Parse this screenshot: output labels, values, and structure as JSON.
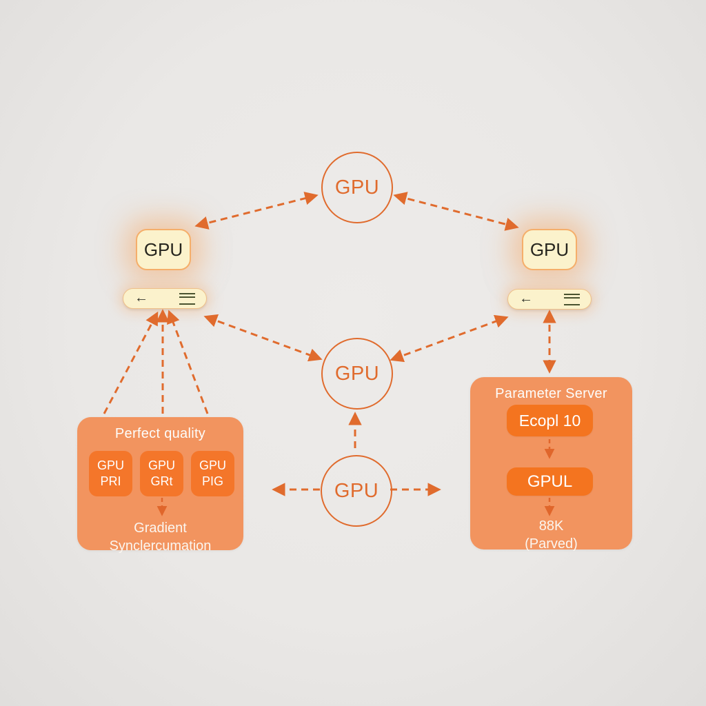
{
  "colors": {
    "background": "#EBE9E7",
    "accent_orange": "#E06B2D",
    "panel_orange": "#F2945F",
    "inner_box_orange": "#F4762A",
    "cream": "#FBF2CC"
  },
  "nodes": {
    "top_circle_label": "GPU",
    "middle_circle_label": "GPU",
    "bottom_circle_label": "GPU",
    "left_box_label": "GPU",
    "right_box_label": "GPU"
  },
  "icons": {
    "back": "←",
    "menu": "hamburger-menu"
  },
  "left_panel": {
    "title": "Perfect quality",
    "gpu_cells": [
      {
        "line1": "GPU",
        "line2": "PRI"
      },
      {
        "line1": "GPU",
        "line2": "GRt"
      },
      {
        "line1": "GPU",
        "line2": "PIG"
      }
    ],
    "footer_line1": "Gradient",
    "footer_line2": "Synclercumation"
  },
  "right_panel": {
    "title": "Parameter Server",
    "box1_label": "Ecopl 10",
    "box2_label": "GPUL",
    "footer_line1": "88K",
    "footer_line2": "(Parved)"
  }
}
